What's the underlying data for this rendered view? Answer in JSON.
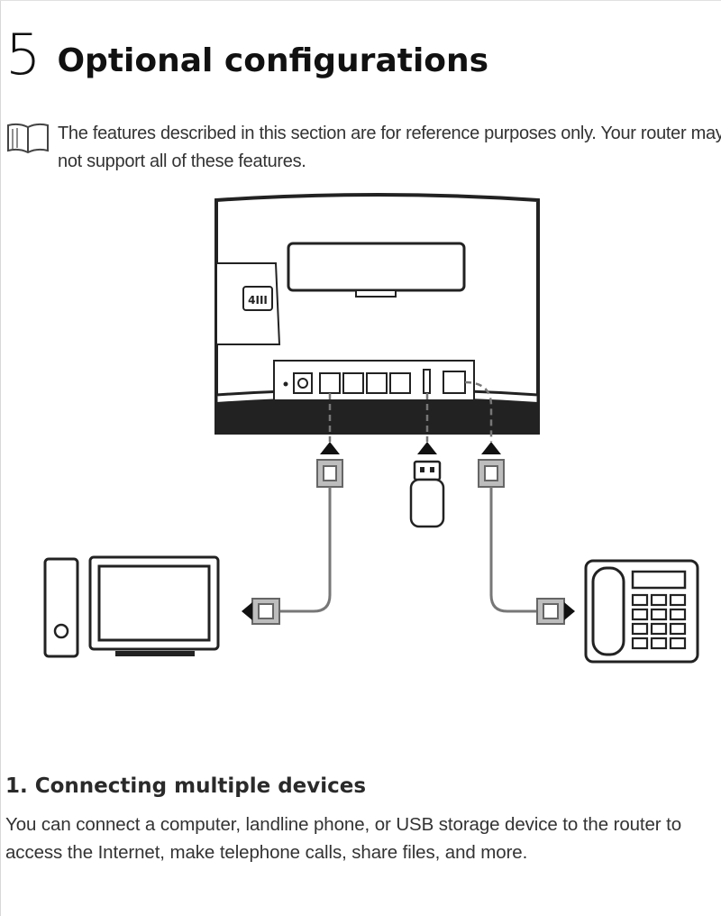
{
  "chapter": {
    "number": "5",
    "title": "Optional configurations"
  },
  "note": {
    "icon": "book-icon",
    "text": "The features described in this section are for reference purposes only. Your router may not support all of these features."
  },
  "diagram": {
    "router_side_label": "4III",
    "icons": [
      "router-icon",
      "computer-icon",
      "usb-drive-icon",
      "landline-phone-icon",
      "ethernet-plug-icon",
      "phone-plug-icon"
    ]
  },
  "section": {
    "heading": "1. Connecting multiple devices",
    "body": "You can connect a computer, landline phone, or USB storage device to the router to access the Internet, make telephone calls, share files, and more."
  }
}
